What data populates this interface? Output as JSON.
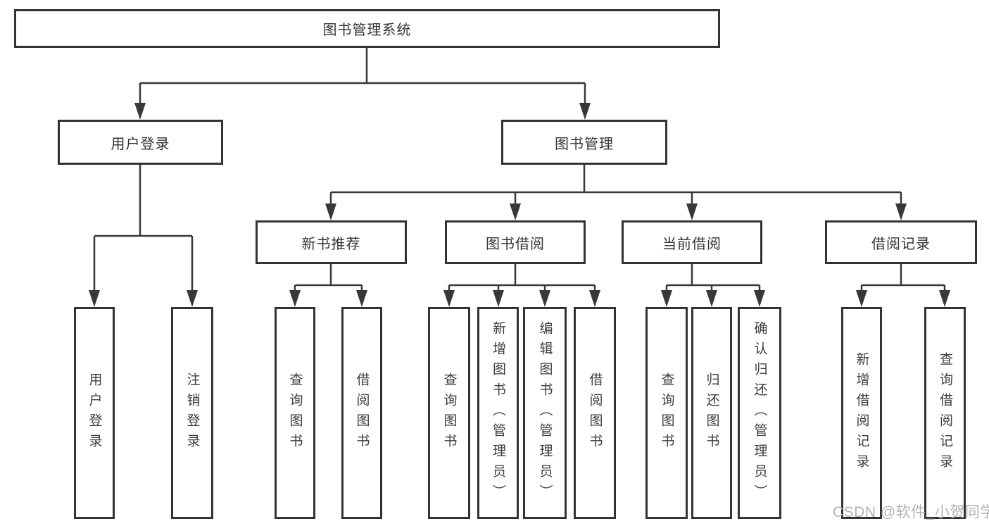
{
  "tree": {
    "root": {
      "label": "图书管理系统"
    },
    "branches": [
      {
        "label": "用户登录",
        "children": [
          {
            "label": "用户登录"
          },
          {
            "label": "注销登录"
          }
        ]
      },
      {
        "label": "图书管理",
        "children": [
          {
            "label": "新书推荐",
            "children": [
              {
                "label": "查询图书"
              },
              {
                "label": "借阅图书"
              }
            ]
          },
          {
            "label": "图书借阅",
            "children": [
              {
                "label": "查询图书"
              },
              {
                "label": "新增图书（管理员）"
              },
              {
                "label": "编辑图书（管理员）"
              },
              {
                "label": "借阅图书"
              }
            ]
          },
          {
            "label": "当前借阅",
            "children": [
              {
                "label": "查询图书"
              },
              {
                "label": "归还图书"
              },
              {
                "label": "确认归还（管理员）"
              }
            ]
          },
          {
            "label": "借阅记录",
            "children": [
              {
                "label": "新增借阅记录"
              },
              {
                "label": "查询借阅记录"
              }
            ]
          }
        ]
      }
    ]
  },
  "watermark": {
    "text": "CSDN @软件_小贺同学"
  },
  "colors": {
    "line": "#383838",
    "box_border": "#333333",
    "text": "#333333",
    "watermark": "#b3b3b3",
    "background": "#ffffff"
  }
}
